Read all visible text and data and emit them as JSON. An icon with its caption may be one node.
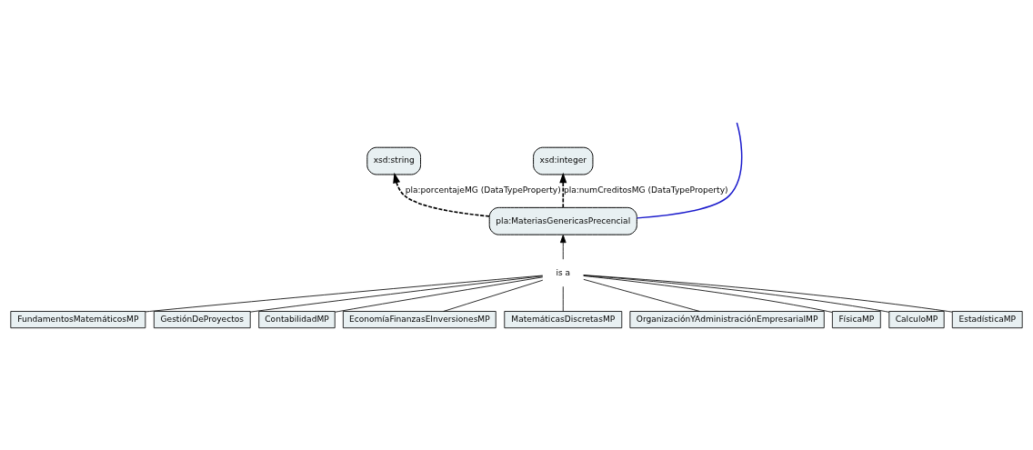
{
  "diagram": {
    "nodes": [
      {
        "text": [
          "xsd:string"
        ]
      },
      {
        "text": [
          "xsd:integer"
        ]
      },
      {
        "text": [
          "pla:MateriasGenericasPrecencial"
        ]
      },
      {
        "text": [
          "FundamentosMatemáticosMP"
        ]
      },
      {
        "text": [
          "GestiónDeProyectos"
        ]
      },
      {
        "text": [
          "ContabilidadMP"
        ]
      },
      {
        "text": [
          "is a"
        ]
      },
      {
        "text": [
          "EconomíaFinanzasEInversionesMP"
        ]
      },
      {
        "text": [
          "MatemáticasDiscretasMP"
        ]
      },
      {
        "text": [
          "OrganizaciónYAdministraciónEmpresarialMP"
        ]
      },
      {
        "text": [
          "FísicaMP"
        ]
      },
      {
        "text": [
          "CalculoMP"
        ]
      },
      {
        "text": [
          "EstadísticaMP"
        ]
      }
    ],
    "edges": [
      {
        "from": 2,
        "to": 0,
        "arrow": "to",
        "label": "pla:porcentajeMG (DataTypeProperty)",
        "style": "dashed"
      },
      {
        "from": 2,
        "to": 1,
        "arrow": "to",
        "label": "pla:numCreditosMG (DataTypeProperty)",
        "style": "dashed"
      },
      {
        "from": 2,
        "to": null,
        "arrow": "none",
        "color": "#1a1acc"
      },
      {
        "from": 6,
        "to": 2,
        "arrow": "to"
      },
      {
        "from": 3,
        "to": 6,
        "arrow": "none"
      },
      {
        "from": 4,
        "to": 6,
        "arrow": "none"
      },
      {
        "from": 5,
        "to": 6,
        "arrow": "none"
      },
      {
        "from": 7,
        "to": 6,
        "arrow": "none"
      },
      {
        "from": 8,
        "to": 6,
        "arrow": "none"
      },
      {
        "from": 9,
        "to": 6,
        "arrow": "none"
      },
      {
        "from": 10,
        "to": 6,
        "arrow": "none"
      },
      {
        "from": 11,
        "to": 6,
        "arrow": "none"
      },
      {
        "from": 12,
        "to": 6,
        "arrow": "none"
      }
    ]
  }
}
